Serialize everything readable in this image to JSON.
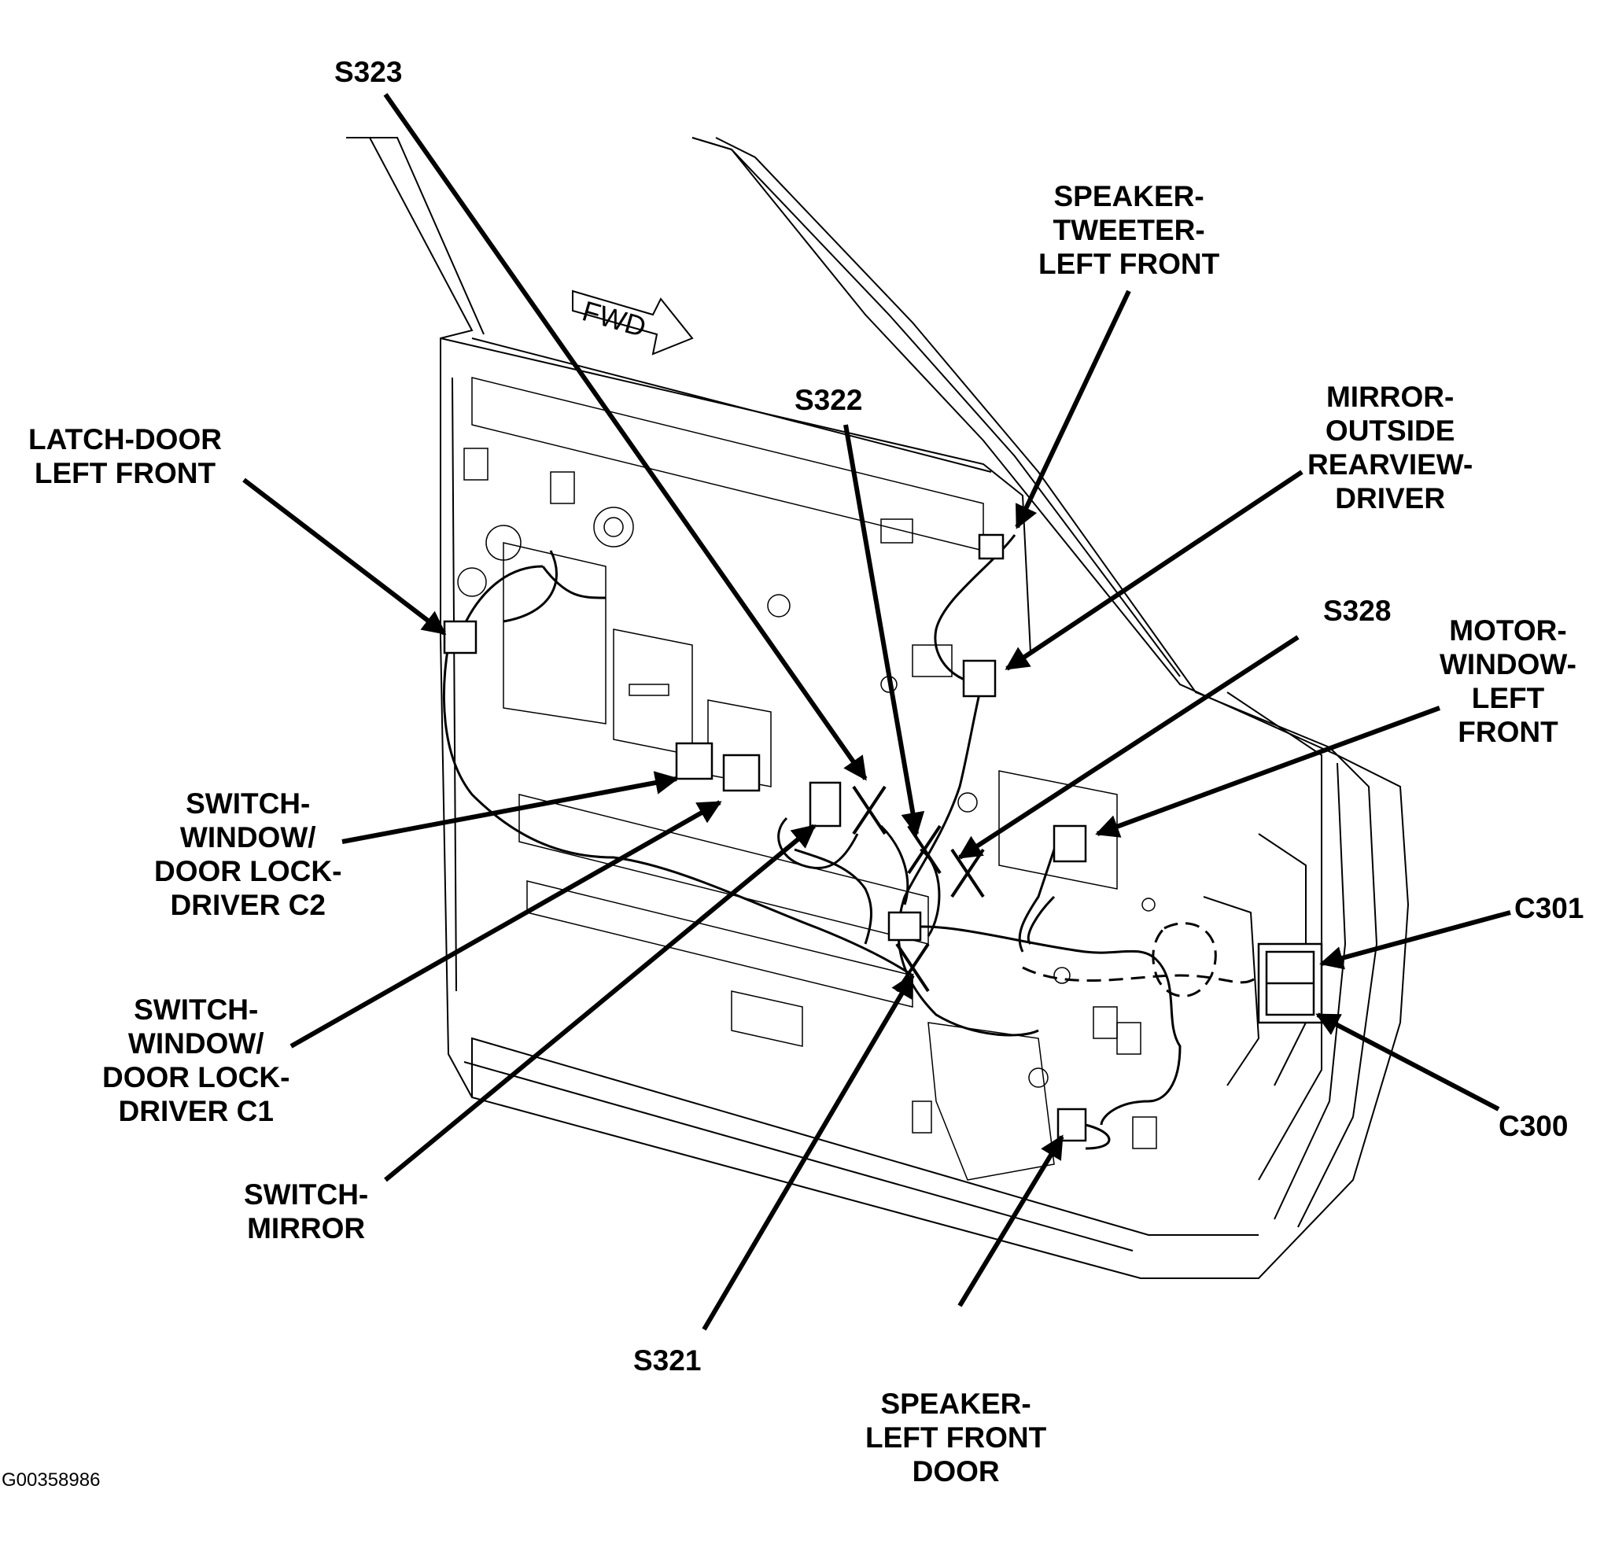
{
  "figure_id": "G00358986",
  "fwd_label": "FWD",
  "colors": {
    "ink": "#000000",
    "background": "#ffffff"
  },
  "callouts": {
    "s323": [
      "S323"
    ],
    "tweeter": [
      "SPEAKER-",
      "TWEETER-",
      "LEFT FRONT"
    ],
    "s322": [
      "S322"
    ],
    "mirror_outside": [
      "MIRROR-",
      "OUTSIDE",
      "REARVIEW-",
      "DRIVER"
    ],
    "latch": [
      "LATCH-DOOR",
      "LEFT FRONT"
    ],
    "s328": [
      "S328"
    ],
    "motor_window": [
      "MOTOR-",
      "WINDOW-",
      "LEFT",
      "FRONT"
    ],
    "switch_c2": [
      "SWITCH-",
      "WINDOW/",
      "DOOR LOCK-",
      "DRIVER C2"
    ],
    "c301": [
      "C301"
    ],
    "switch_c1": [
      "SWITCH-",
      "WINDOW/",
      "DOOR LOCK-",
      "DRIVER C1"
    ],
    "c300": [
      "C300"
    ],
    "switch_mirror": [
      "SWITCH-",
      "MIRROR"
    ],
    "s321": [
      "S321"
    ],
    "speaker_door": [
      "SPEAKER-",
      "LEFT FRONT",
      "DOOR"
    ]
  }
}
